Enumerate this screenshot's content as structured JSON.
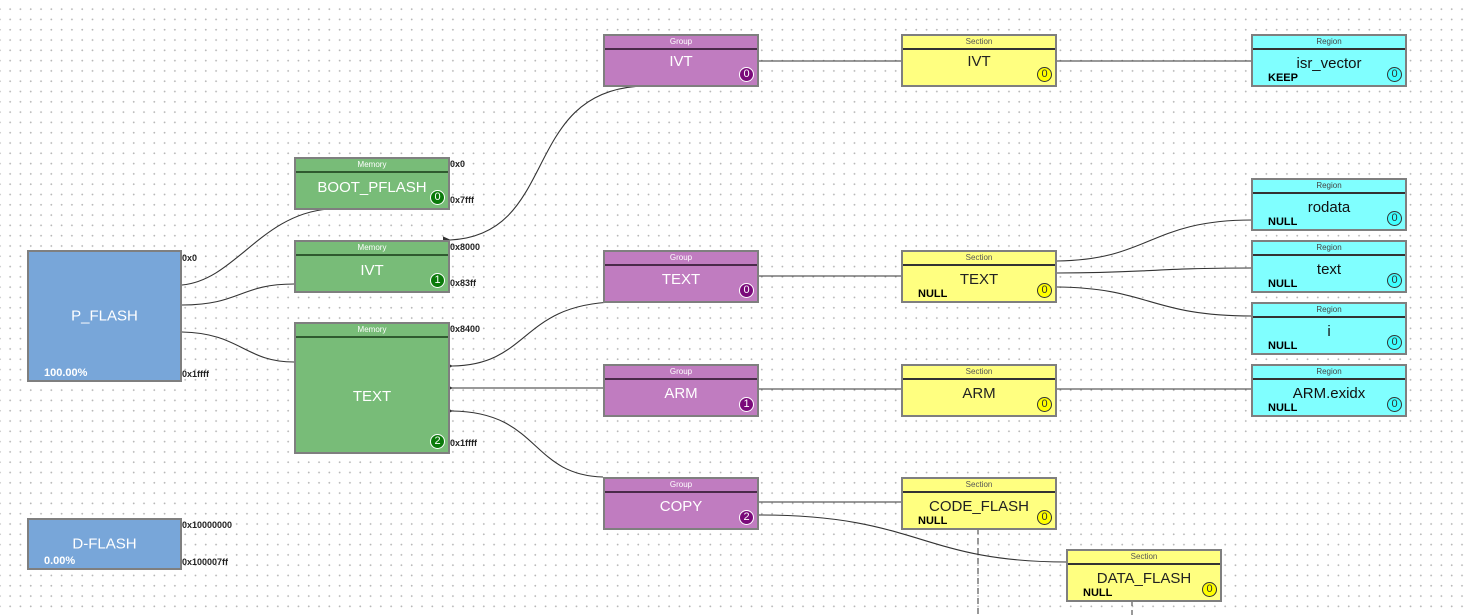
{
  "memories_top": [
    {
      "id": "p_flash",
      "name": "P_FLASH",
      "usage": "100.00%",
      "start": "0x0",
      "end": "0x1ffff"
    },
    {
      "id": "d_flash",
      "name": "D-FLASH",
      "usage": "0.00%",
      "start": "0x10000000",
      "end": "0x100007ff"
    }
  ],
  "memories": [
    {
      "id": "boot_pflash",
      "header": "Memory",
      "name": "BOOT_PFLASH",
      "badge": "0",
      "start": "0x0",
      "end": "0x7fff"
    },
    {
      "id": "ivt",
      "header": "Memory",
      "name": "IVT",
      "badge": "1",
      "start": "0x8000",
      "end": "0x83ff"
    },
    {
      "id": "text",
      "header": "Memory",
      "name": "TEXT",
      "badge": "2",
      "start": "0x8400",
      "end": "0x1ffff"
    }
  ],
  "groups": [
    {
      "id": "ivt",
      "header": "Group",
      "name": "IVT",
      "badge": "0"
    },
    {
      "id": "text",
      "header": "Group",
      "name": "TEXT",
      "badge": "0"
    },
    {
      "id": "arm",
      "header": "Group",
      "name": "ARM",
      "badge": "1"
    },
    {
      "id": "copy",
      "header": "Group",
      "name": "COPY",
      "badge": "2"
    }
  ],
  "sections": [
    {
      "id": "ivt",
      "header": "Section",
      "name": "IVT",
      "badge": "0",
      "tag": ""
    },
    {
      "id": "text",
      "header": "Section",
      "name": "TEXT",
      "badge": "0",
      "tag": "NULL"
    },
    {
      "id": "arm",
      "header": "Section",
      "name": "ARM",
      "badge": "0",
      "tag": ""
    },
    {
      "id": "code_flash",
      "header": "Section",
      "name": "CODE_FLASH",
      "badge": "0",
      "tag": "NULL"
    },
    {
      "id": "data_flash",
      "header": "Section",
      "name": "DATA_FLASH",
      "badge": "0",
      "tag": "NULL"
    }
  ],
  "regions": [
    {
      "id": "isr_vector",
      "header": "Region",
      "name": "isr_vector",
      "badge": "0",
      "tag": "KEEP"
    },
    {
      "id": "rodata",
      "header": "Region",
      "name": "rodata",
      "badge": "0",
      "tag": "NULL"
    },
    {
      "id": "text",
      "header": "Region",
      "name": "text",
      "badge": "0",
      "tag": "NULL"
    },
    {
      "id": "i",
      "header": "Region",
      "name": "i",
      "badge": "0",
      "tag": "NULL"
    },
    {
      "id": "arm_exidx",
      "header": "Region",
      "name": "ARM.exidx",
      "badge": "0",
      "tag": "NULL"
    }
  ],
  "colors": {
    "flash": "#78a6d9",
    "memory": "#78bc78",
    "group": "#c07cc0",
    "section": "#ffff80",
    "region": "#80ffff",
    "wire": "#333333"
  }
}
